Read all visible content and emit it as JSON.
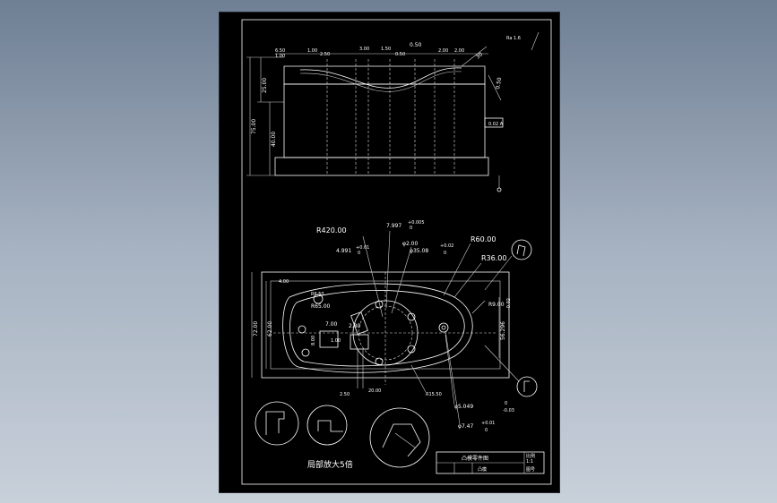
{
  "drawing": {
    "caption": "局部放大5倍",
    "title_block": {
      "title": "凸模零件图",
      "small_a": "凸模",
      "small_b": "比例",
      "small_c": "1:1",
      "drawing_no": "图号"
    },
    "top_view_dims": {
      "d_650": "6.50",
      "d_100": "1.00",
      "d_250": "2.50",
      "d_300": "3.00",
      "d_150": "1.50",
      "d_050_a": "0.50",
      "d_050_b": "0.50",
      "d_200": "2.00",
      "d_200b": "2.00",
      "r_050": "0.50",
      "d_2500": "25.00",
      "d_7500": "75.00",
      "d_4000": "40.00",
      "angle_30": "30",
      "note": "0.02 A",
      "roughness": "Ra 1.6"
    },
    "bottom_view_dims": {
      "r420": "R420.00",
      "d7997": "7.997",
      "tol_7997_u": "+0.005",
      "tol_7997_l": "0",
      "d4991": "4.991",
      "tol_4991_u": "+0.01",
      "tol_4991_l": "0",
      "d200": "φ2.00",
      "d3508": "φ35.08",
      "tol_3508_u": "+0.02",
      "tol_3508_l": "0",
      "r6000": "R60.00",
      "r3600": "R36.00",
      "r900": "R9.00",
      "d400": "4.00",
      "r650": "R6.50",
      "r6500": "R65.00",
      "d700": "7.00",
      "d280": "2.80",
      "d800": "8.00",
      "d100": "1.00",
      "d7200": "72.00",
      "d6200": "62.00",
      "d6296": "56.296",
      "tol_6296": "-0.02",
      "d250": "2.50",
      "d2000": "20.00",
      "r1550": "R15.50",
      "d5049": "φ5.049",
      "tol_5049_u": "0",
      "tol_5049_l": "-0.03",
      "d747": "φ7.47",
      "tol_747_u": "+0.01",
      "tol_747_l": "0"
    }
  }
}
